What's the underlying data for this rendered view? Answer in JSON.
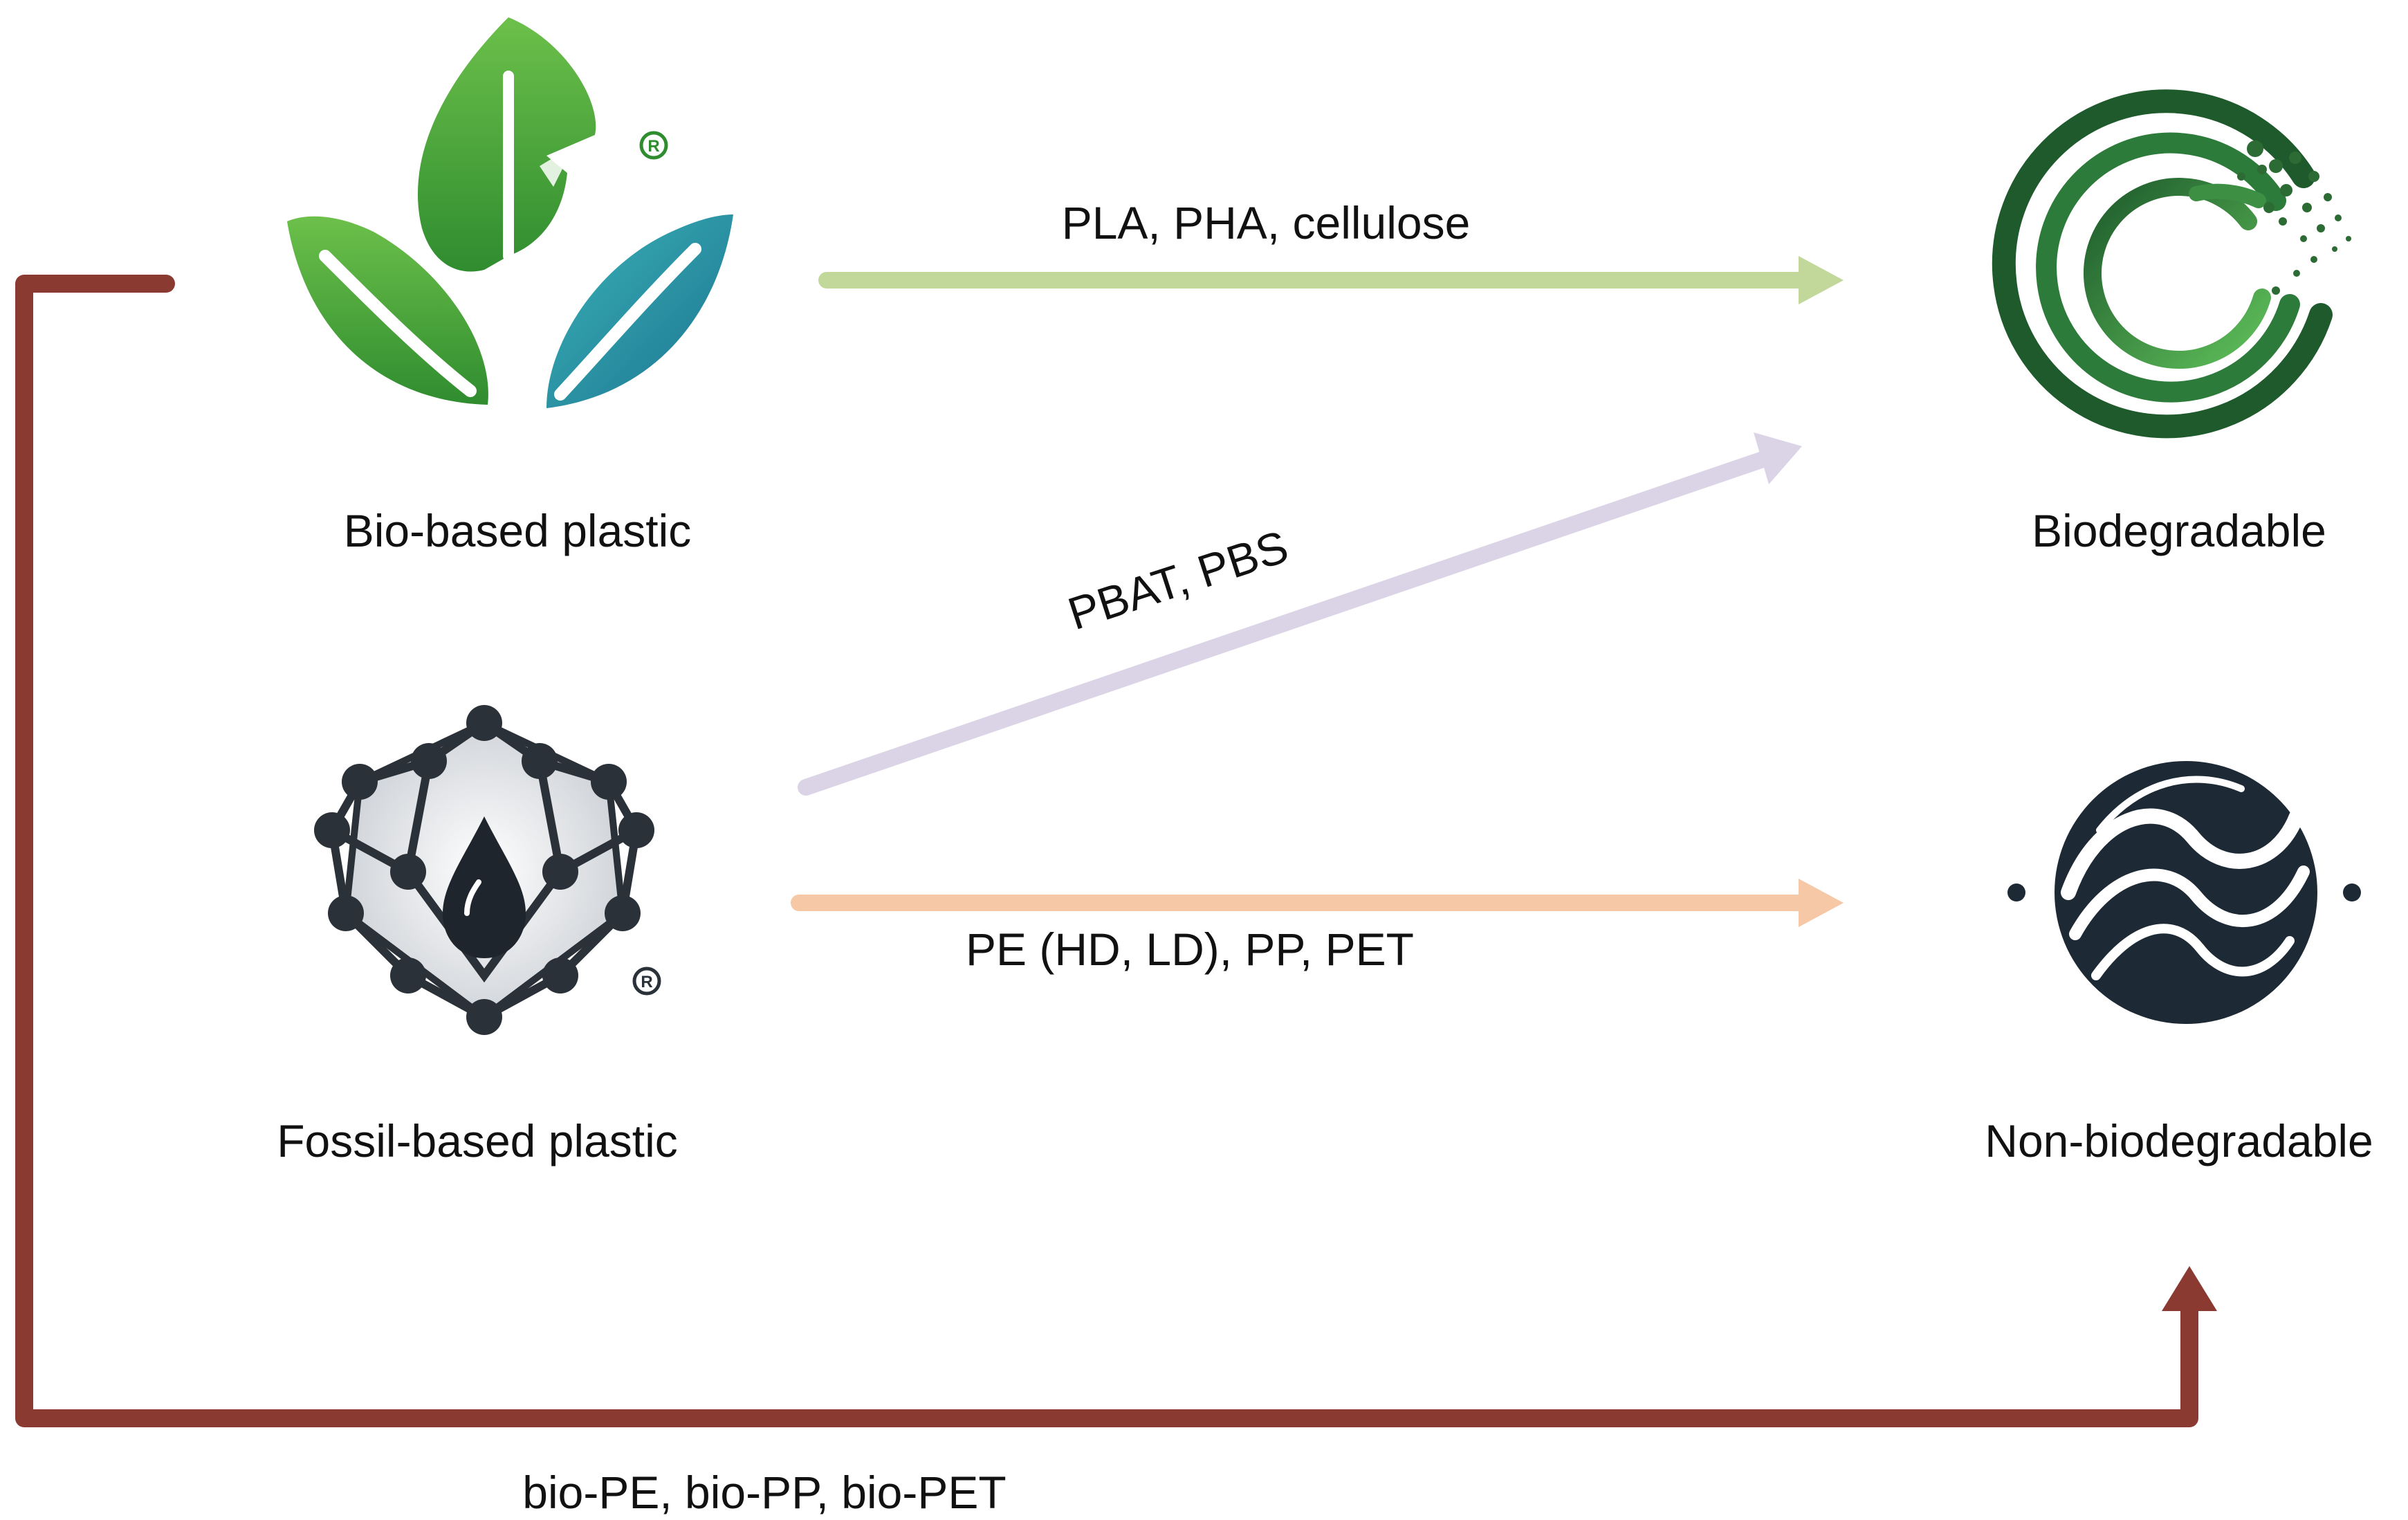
{
  "nodes": {
    "bio_based": {
      "label": "Bio-based plastic",
      "icon": "leaf-sprout-icon",
      "mark": "®"
    },
    "fossil_based": {
      "label": "Fossil-based plastic",
      "icon": "oil-drop-molecule-icon",
      "mark": "®"
    },
    "biodegradable": {
      "label": "Biodegradable",
      "icon": "circular-swirl-icon"
    },
    "non_biodegradable": {
      "label": "Non-biodegradable",
      "icon": "wave-circle-icon"
    }
  },
  "edges": {
    "bio_to_biodegradable": {
      "label": "PLA, PHA, cellulose",
      "color": "#c2d89b"
    },
    "fossil_to_biodegradable": {
      "label": "PBAT, PBS",
      "color": "#dad4e6"
    },
    "fossil_to_nonbiodegradable": {
      "label": "PE (HD, LD), PP, PET",
      "color": "#f6c8a5"
    },
    "bio_to_nonbiodegradable": {
      "label": "bio-PE, bio-PP, bio-PET",
      "color": "#8b3a32"
    }
  },
  "colors": {
    "leaf_green": "#3c9d35",
    "leaf_teal": "#1f8c9d",
    "molecule_dark": "#2b3138",
    "swirl_green": "#2d7b3a",
    "wave_navy": "#1d2a36"
  }
}
